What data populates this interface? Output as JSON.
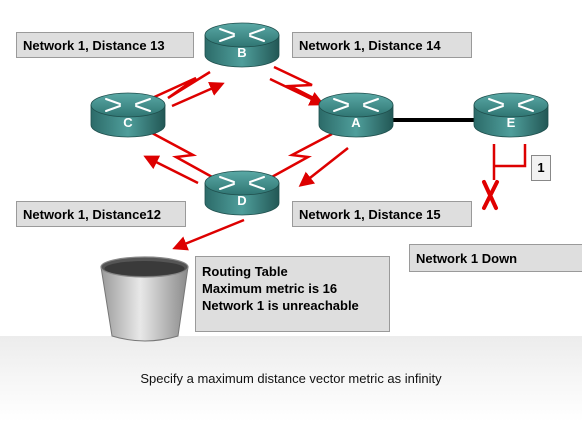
{
  "routers": [
    {
      "id": "B",
      "label": "B"
    },
    {
      "id": "C",
      "label": "C"
    },
    {
      "id": "A",
      "label": "A"
    },
    {
      "id": "E",
      "label": "E"
    },
    {
      "id": "D",
      "label": "D"
    }
  ],
  "labels": {
    "top_left": "Network 1, Distance 13",
    "top_right": "Network 1, Distance 14",
    "bottom_left": "Network 1, Distance12",
    "bottom_right": "Network 1, Distance 15",
    "network_down": "Network 1 Down"
  },
  "badge": "1",
  "routing_table": {
    "line1": "Routing Table",
    "line2": "Maximum metric is 16",
    "line3": "Network 1 is unreachable"
  },
  "caption": "Specify a maximum distance vector metric as infinity",
  "colors": {
    "router_fill": "#3f8f8d",
    "link_serial": "#e00000",
    "arrow": "#dd0000",
    "ethernet": "#000000",
    "failure_mark": "#e00000"
  }
}
